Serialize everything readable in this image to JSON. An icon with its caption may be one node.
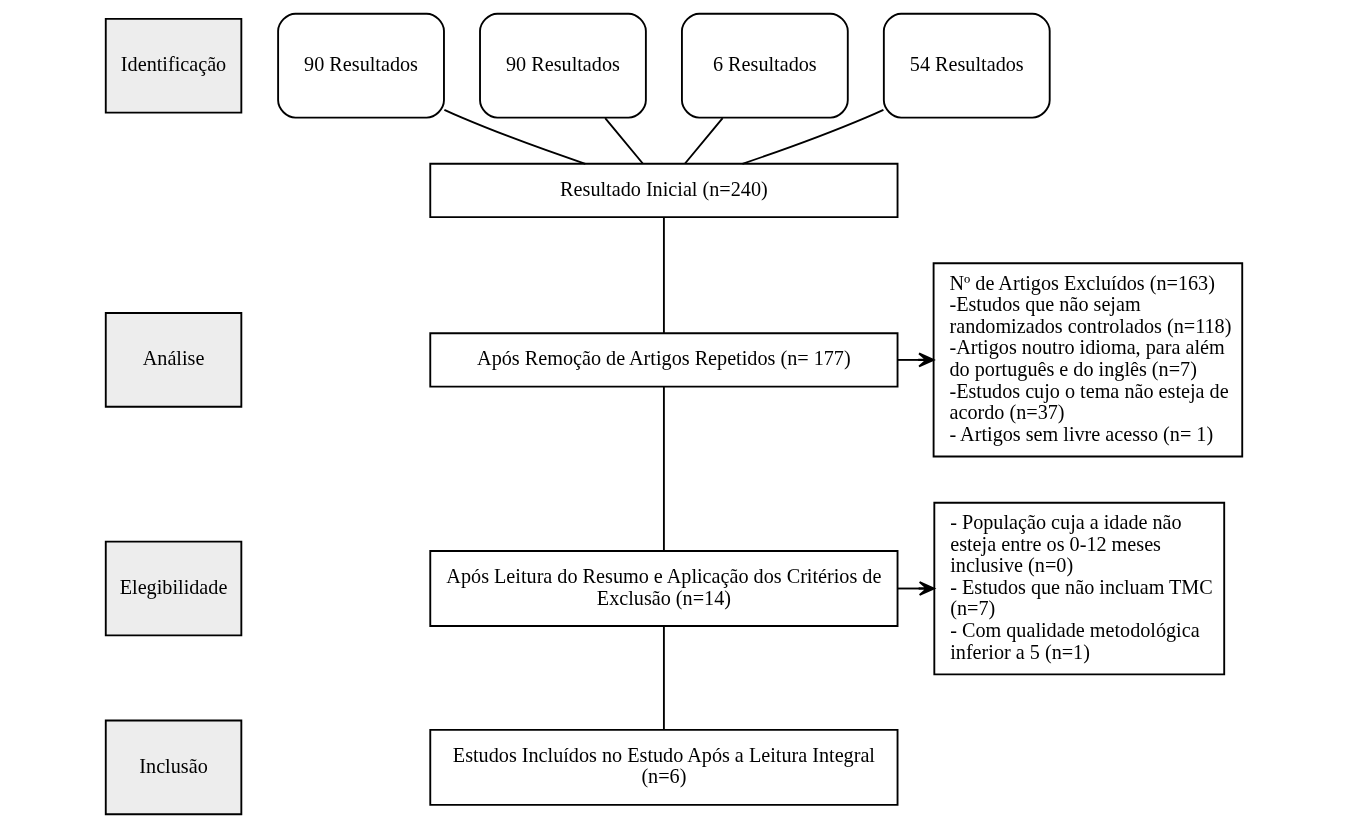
{
  "diagram": {
    "nodes": [
      {
        "text": [
          "Identificação"
        ]
      },
      {
        "text": [
          "Análise"
        ]
      },
      {
        "text": [
          "Elegibilidade"
        ]
      },
      {
        "text": [
          "Inclusão"
        ]
      },
      {
        "text": [
          "90 Resultados"
        ]
      },
      {
        "text": [
          "90 Resultados"
        ]
      },
      {
        "text": [
          "6 Resultados"
        ]
      },
      {
        "text": [
          "54 Resultados"
        ]
      },
      {
        "text": [
          "Resultado Inicial (n=240)"
        ]
      },
      {
        "text": [
          "Após Remoção de Artigos Repetidos (n= 177)"
        ]
      },
      {
        "text": [
          "Nº de Artigos Excluídos (n=163)",
          "-Estudos que não sejam randomizados controlados (n=118)",
          "-Artigos noutro idioma, para além do português e do inglês (n=7)",
          "-Estudos cujo o tema não esteja de acordo (n=37)",
          "- Artigos sem livre acesso (n= 1)"
        ]
      },
      {
        "text": [
          "Após Leitura do Resumo e Aplicação dos Critérios de Exclusão (n=14)"
        ]
      },
      {
        "text": [
          "- População cuja a idade não esteja entre os 0-12 meses inclusive (n=0)",
          "- Estudos que não incluam TMC (n=7)",
          "- Com qualidade metodológica inferior a 5 (n=1)"
        ]
      },
      {
        "text": [
          "Estudos Incluídos no Estudo Após a Leitura Integral (n=6)"
        ]
      }
    ],
    "edges": [
      {
        "from": 4,
        "to": 8,
        "arrow": "none"
      },
      {
        "from": 5,
        "to": 8,
        "arrow": "none"
      },
      {
        "from": 6,
        "to": 8,
        "arrow": "none"
      },
      {
        "from": 7,
        "to": 8,
        "arrow": "none"
      },
      {
        "from": 8,
        "to": 9,
        "arrow": "none"
      },
      {
        "from": 9,
        "to": 11,
        "arrow": "none"
      },
      {
        "from": 9,
        "to": 10,
        "arrow": "to"
      },
      {
        "from": 11,
        "to": 13,
        "arrow": "none"
      },
      {
        "from": 11,
        "to": 12,
        "arrow": "to"
      }
    ]
  }
}
